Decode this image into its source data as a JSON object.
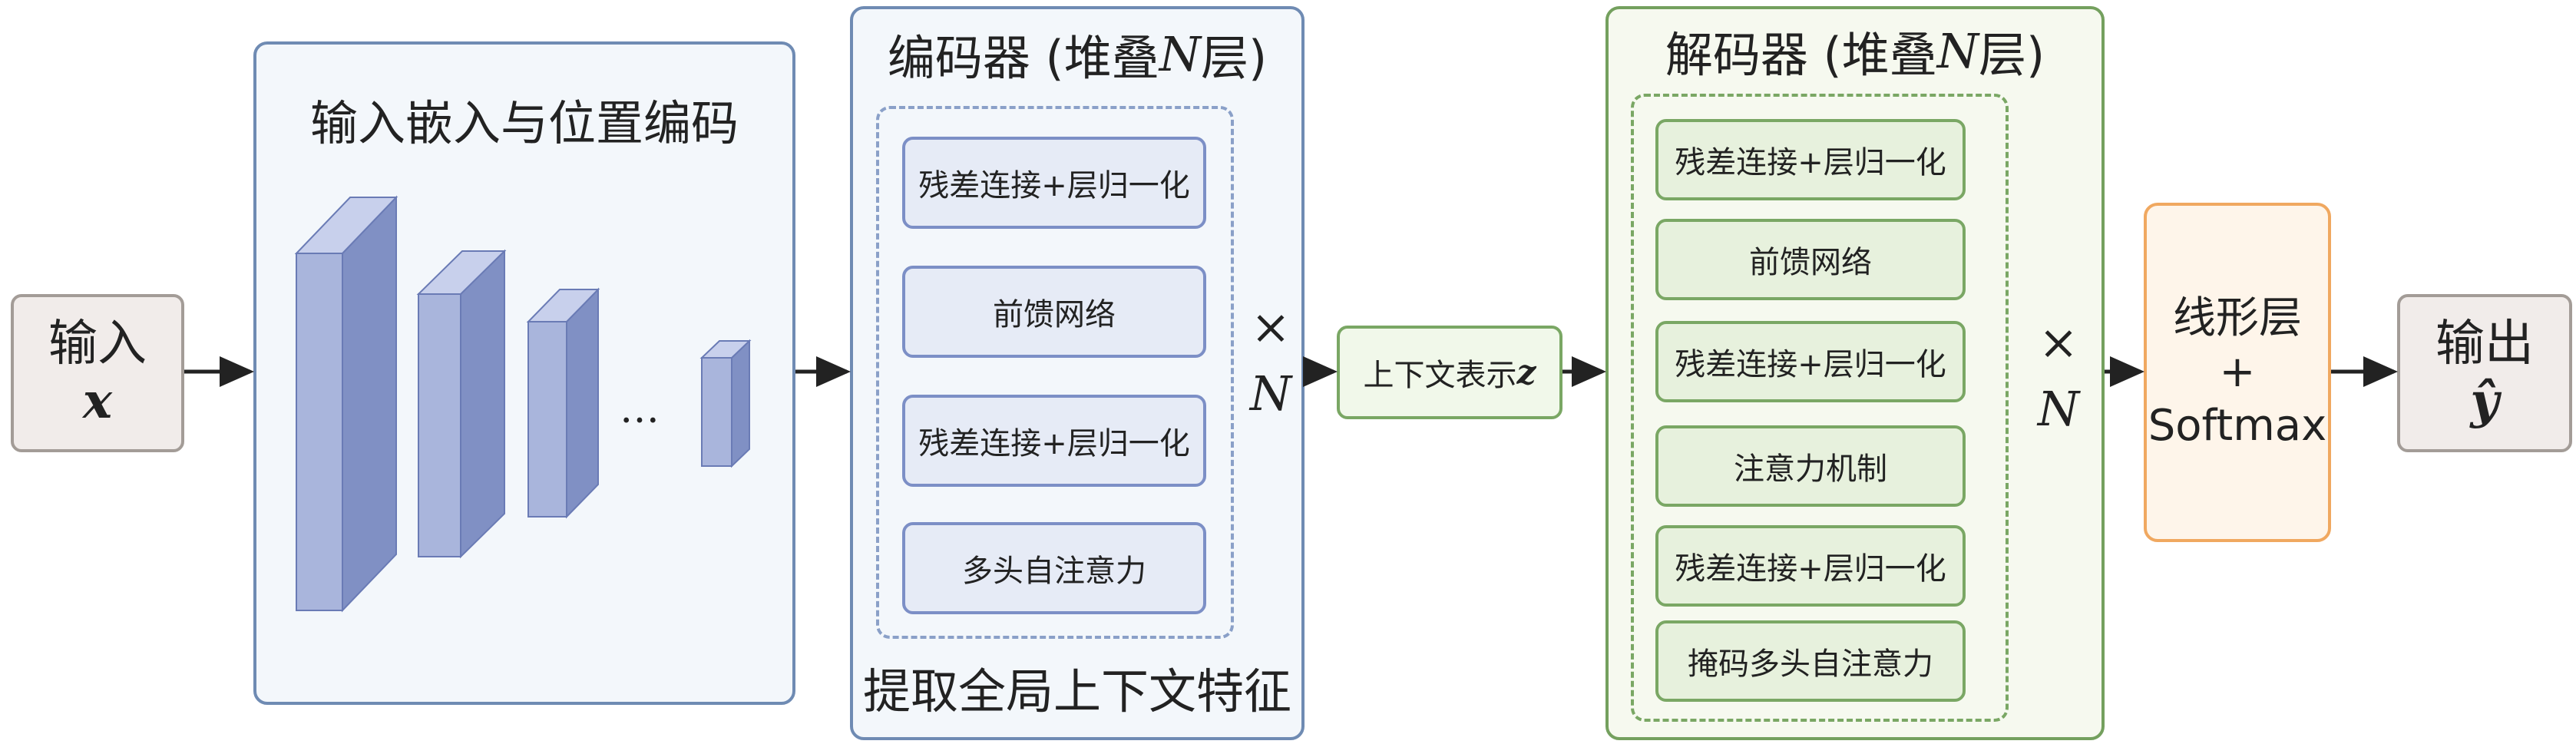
{
  "input": {
    "label": "输入",
    "var": "x"
  },
  "embedding": {
    "title": "输入嵌入与位置编码",
    "ellipsis": "…"
  },
  "encoder": {
    "title_prefix": "编码器 (堆叠",
    "title_n": "N",
    "title_suffix": "层)",
    "layers": [
      "残差连接+层归一化",
      "前馈网络",
      "残差连接+层归一化",
      "多头自注意力"
    ],
    "caption": "提取全局上下文特征"
  },
  "repeat": {
    "times": "×",
    "n": "N"
  },
  "context": {
    "label": "上下文表示",
    "var": "z"
  },
  "decoder": {
    "title_prefix": "解码器 (堆叠",
    "title_n": "N",
    "title_suffix": "层)",
    "layers": [
      "残差连接+层归一化",
      "前馈网络",
      "残差连接+层归一化",
      "注意力机制",
      "残差连接+层归一化",
      "掩码多头自注意力"
    ]
  },
  "linear": {
    "line1": "线形层",
    "line2": "+",
    "line3": "Softmax"
  },
  "output": {
    "label": "输出",
    "var": "ŷ"
  },
  "colors": {
    "blue_border": "#6f8bb3",
    "green_border": "#74a05e",
    "orange_border": "#f0a860",
    "block_front": "#a9b5dc",
    "block_side": "#8090c4",
    "block_top": "#c8d0ec"
  }
}
